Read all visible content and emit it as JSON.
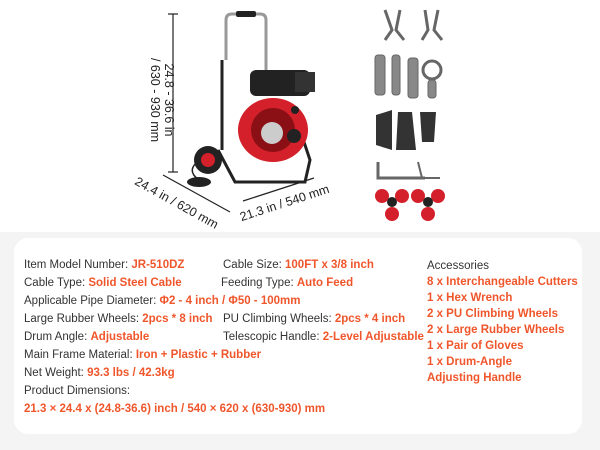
{
  "dimensions": {
    "height": "24.8 - 36.6 in",
    "height_mm": "/ 630 - 930 mm",
    "depth": "24.4 in / 620 mm",
    "width": "21.3 in / 540 mm"
  },
  "specs": [
    {
      "label": "Item Model Number: ",
      "value": "JR-510DZ"
    },
    {
      "label": "Cable Size: ",
      "value": "100FT x 3/8 inch"
    },
    {
      "label": "Cable Type: ",
      "value": "Solid Steel Cable"
    },
    {
      "label": "Feeding Type: ",
      "value": "Auto Feed"
    },
    {
      "label": "Applicable Pipe Diameter: ",
      "value": "Φ2 - 4 inch / Φ50 - 100mm"
    },
    {
      "label": "Large Rubber Wheels: ",
      "value": "2pcs * 8 inch"
    },
    {
      "label": "PU Climbing Wheels: ",
      "value": "2pcs * 4 inch"
    },
    {
      "label": "Drum Angle: ",
      "value": "Adjustable"
    },
    {
      "label": "Telescopic Handle: ",
      "value": "2-Level Adjustable"
    },
    {
      "label": "Main Frame Material: ",
      "value": "Iron + Plastic + Rubber"
    },
    {
      "label": "Net Weight: ",
      "value": "93.3 lbs / 42.3kg"
    },
    {
      "label": "Product Dimensions:",
      "value": "21.3 × 24.4 x (24.8-36.6) inch / 540 × 620 x (630-930) mm"
    }
  ],
  "accessories": {
    "heading": "Accessories",
    "items": [
      "8 x Interchangeable Cutters",
      "1 x Hex Wrench",
      "2 x PU Climbing Wheels",
      "2 x Large Rubber Wheels",
      "1 x Pair of Gloves",
      "1 x Drum-Angle",
      "Adjusting Handle"
    ]
  },
  "colors": {
    "accent": "#f0562b",
    "drum": "#d4202a"
  }
}
